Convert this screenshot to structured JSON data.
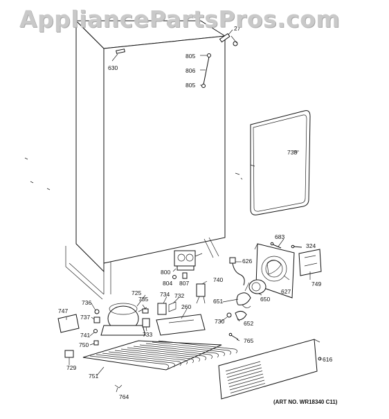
{
  "watermark": "AppliancePartsPros.com",
  "art_number": "(ART NO. WR18340 C11)",
  "parts": [
    {
      "id": "p27",
      "label": "27"
    },
    {
      "id": "p630",
      "label": "630"
    },
    {
      "id": "p805a",
      "label": "805"
    },
    {
      "id": "p806",
      "label": "806"
    },
    {
      "id": "p805b",
      "label": "805"
    },
    {
      "id": "p738",
      "label": "738"
    },
    {
      "id": "p683",
      "label": "683"
    },
    {
      "id": "p324",
      "label": "324"
    },
    {
      "id": "p626",
      "label": "626"
    },
    {
      "id": "p800",
      "label": "800"
    },
    {
      "id": "p804",
      "label": "804"
    },
    {
      "id": "p807",
      "label": "807"
    },
    {
      "id": "p740",
      "label": "740"
    },
    {
      "id": "p749",
      "label": "749"
    },
    {
      "id": "p627",
      "label": "627"
    },
    {
      "id": "p650",
      "label": "650"
    },
    {
      "id": "p725",
      "label": "725"
    },
    {
      "id": "p735",
      "label": "735"
    },
    {
      "id": "p734",
      "label": "734"
    },
    {
      "id": "p732",
      "label": "732"
    },
    {
      "id": "p651",
      "label": "651"
    },
    {
      "id": "p747",
      "label": "747"
    },
    {
      "id": "p736",
      "label": "736"
    },
    {
      "id": "p260",
      "label": "260"
    },
    {
      "id": "p737",
      "label": "737"
    },
    {
      "id": "p730",
      "label": "730"
    },
    {
      "id": "p652",
      "label": "652"
    },
    {
      "id": "p733",
      "label": "733"
    },
    {
      "id": "p741",
      "label": "741"
    },
    {
      "id": "p765",
      "label": "765"
    },
    {
      "id": "p750",
      "label": "750"
    },
    {
      "id": "p616",
      "label": "616"
    },
    {
      "id": "p729",
      "label": "729"
    },
    {
      "id": "p751",
      "label": "751"
    },
    {
      "id": "p764",
      "label": "764"
    }
  ]
}
